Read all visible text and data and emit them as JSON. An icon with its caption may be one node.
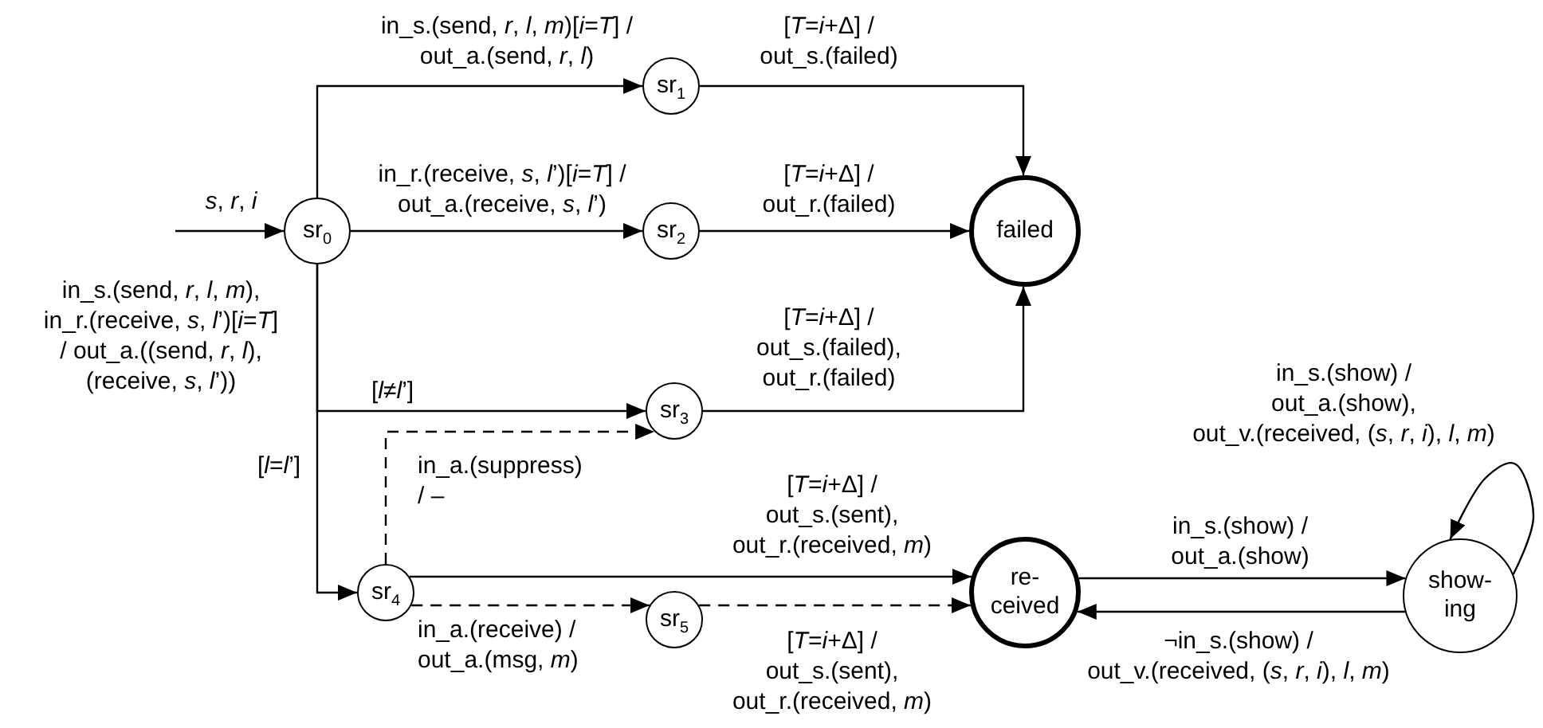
{
  "diagram": {
    "nodes": [
      {
        "text": [
          "sr$_{0}$"
        ]
      },
      {
        "text": [
          "sr$_{1}$"
        ]
      },
      {
        "text": [
          "sr$_{2}$"
        ]
      },
      {
        "text": [
          "sr$_{3}$"
        ]
      },
      {
        "text": [
          "sr$_{4}$"
        ]
      },
      {
        "text": [
          "sr$_{5}$"
        ]
      },
      {
        "text": [
          "failed"
        ]
      },
      {
        "text": [
          "re- ceived"
        ]
      },
      {
        "text": [
          "show- ing"
        ]
      }
    ],
    "edges": [
      {
        "from": null,
        "to": 0,
        "arrow": "to",
        "label": "*s*, *r*, *i*"
      },
      {
        "from": 0,
        "to": 1,
        "arrow": "to",
        "label": "in_s.(send, *r*, *l*, *m*)[*i*=*T*] / out_a.(send, *r*, *l*)"
      },
      {
        "from": 0,
        "to": 2,
        "arrow": "to",
        "label": "in_r.(receive, *s*, *l*’)[*i*=*T*] / out_a.(receive, *s*, *l*’)"
      },
      {
        "from": 0,
        "to": 3,
        "arrow": "to",
        "label": "[*l*≠*l*’]"
      },
      {
        "from": 0,
        "to": 4,
        "arrow": "to",
        "label": "[*l*=*l*’]"
      },
      {
        "from": 1,
        "to": 6,
        "arrow": "to",
        "label": "[*T*=*i*+Δ] / out_s.(failed)"
      },
      {
        "from": 2,
        "to": 6,
        "arrow": "to",
        "label": "[*T*=*i*+Δ] / out_r.(failed)"
      },
      {
        "from": 3,
        "to": 6,
        "arrow": "to",
        "label": "[*T*=*i*+Δ] / out_s.(failed), out_r.(failed)"
      },
      {
        "from": 4,
        "to": 3,
        "arrow": "to",
        "style": "dashed",
        "label": "in_a.(suppress) / –"
      },
      {
        "from": 4,
        "to": 7,
        "arrow": "to",
        "label": "[*T*=*i*+Δ] / out_s.(sent), out_r.(received, *m*)"
      },
      {
        "from": 4,
        "to": 5,
        "arrow": "to",
        "style": "dashed",
        "label": "in_a.(receive) / out_a.(msg, *m*)"
      },
      {
        "from": 5,
        "to": 7,
        "arrow": "to",
        "style": "dashed",
        "label": "[*T*=*i*+Δ] / out_s.(sent), out_r.(received, *m*)"
      },
      {
        "from": 7,
        "to": 8,
        "arrow": "to",
        "label": "in_s.(show) / out_a.(show)"
      },
      {
        "from": 8,
        "to": 7,
        "arrow": "to",
        "label": "¬in_s.(show) / out_v.(received, (*s*, *r*, *i*), *l*, *m*)"
      },
      {
        "from": 8,
        "to": 8,
        "arrow": "to",
        "label": "in_s.(show) / out_a.(show), out_v.(received, (*s*, *r*, *i*), *l*, *m*)"
      }
    ],
    "labels": [
      "in_s.(send, *r*, *l*, *m*), in_r.(receive, *s*, *l*’)[*i*=*T*] / out_a.((send, *r*, *l*), (receive, *s*, *l*’))"
    ]
  }
}
